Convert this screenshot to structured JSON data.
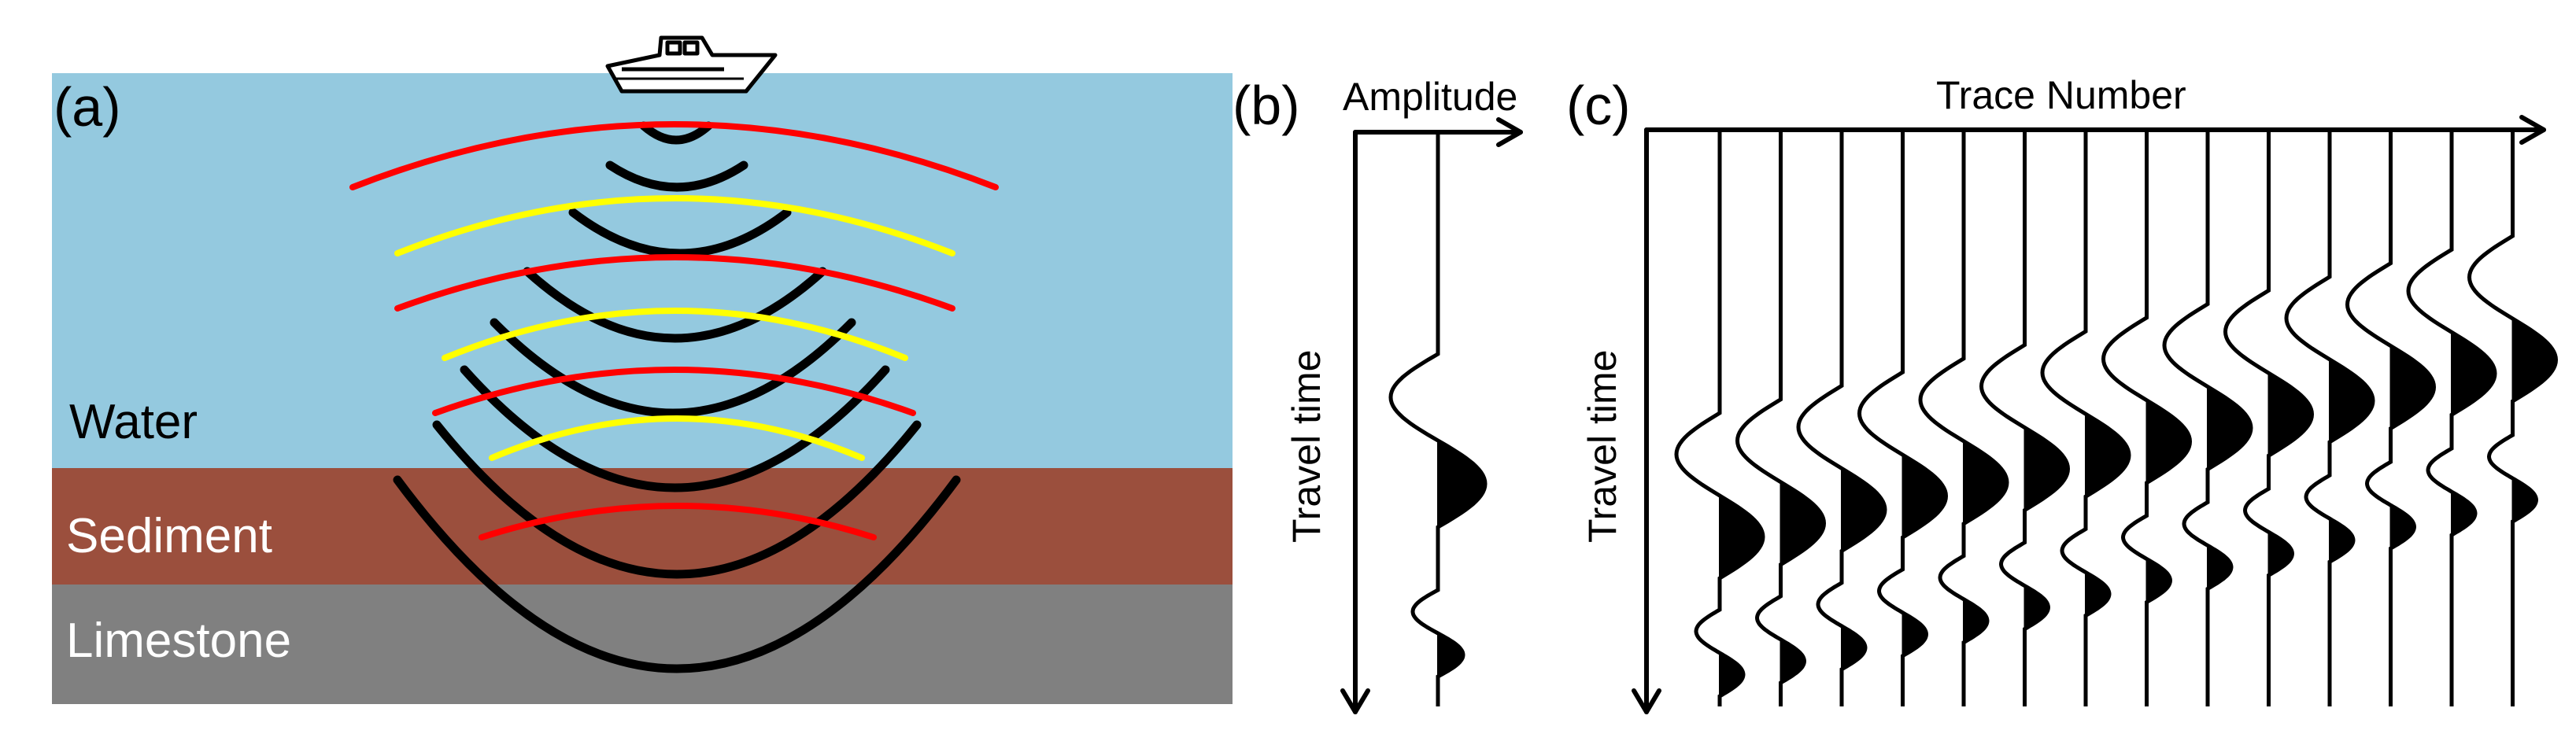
{
  "panels": {
    "a": {
      "letter": "(a)",
      "layers": [
        {
          "label": "Water",
          "color": "#94c9df",
          "text_color": "#000000"
        },
        {
          "label": "Sediment",
          "color": "#9b4f3d",
          "text_color": "#ffffff"
        },
        {
          "label": "Limestone",
          "color": "#808080",
          "text_color": "#ffffff"
        }
      ],
      "icon": "boat-icon",
      "wave_colors": {
        "source": "#000000",
        "reflected_a": "#ff0000",
        "reflected_b": "#ffff00"
      }
    },
    "b": {
      "letter": "(b)",
      "x_axis_label": "Amplitude",
      "y_axis_label": "Travel time"
    },
    "c": {
      "letter": "(c)",
      "x_axis_label": "Trace Number",
      "y_axis_label": "Travel time",
      "trace_count": 14
    }
  }
}
